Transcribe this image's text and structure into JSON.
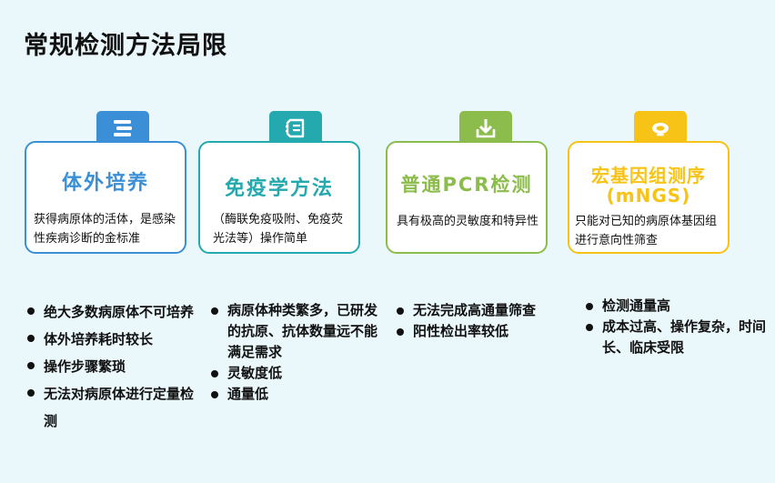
{
  "page_title": "常规检测方法局限",
  "colors": {
    "blue": "#3a8fd6",
    "teal": "#23a9ae",
    "green": "#8cbd4c",
    "yellow": "#f7c316"
  },
  "methods": [
    {
      "icon": "stack-icon",
      "title": "体外培养",
      "desc": "获得病原体的活体，是感染性疾病诊断的金标准",
      "limits": [
        "绝大多数病原体不可培养",
        "体外培养耗时较长",
        "操作步骤繁琐",
        "无法对病原体进行定量检测"
      ]
    },
    {
      "icon": "document-list-icon",
      "title": "免疫学方法",
      "desc": "（酶联免疫吸附、免疫荧光法等）操作简单",
      "limits": [
        "病原体种类繁多，已研发的抗原、抗体数量远不能满足需求",
        "灵敏度低",
        "通量低"
      ]
    },
    {
      "icon": "download-arrow-icon",
      "title": "普通PCR检测",
      "desc": "具有极高的灵敏度和特异性",
      "limits": [
        "无法完成高通量筛查",
        "阳性检出率较低"
      ]
    },
    {
      "icon": "cloud-bowl-icon",
      "title_line1": "宏基因组测序",
      "title_line2": "(mNGS)",
      "desc": "只能对已知的病原体基因组进行意向性筛查",
      "limits": [
        "检测通量高",
        "成本过高、操作复杂，时间长、临床受限"
      ]
    }
  ]
}
